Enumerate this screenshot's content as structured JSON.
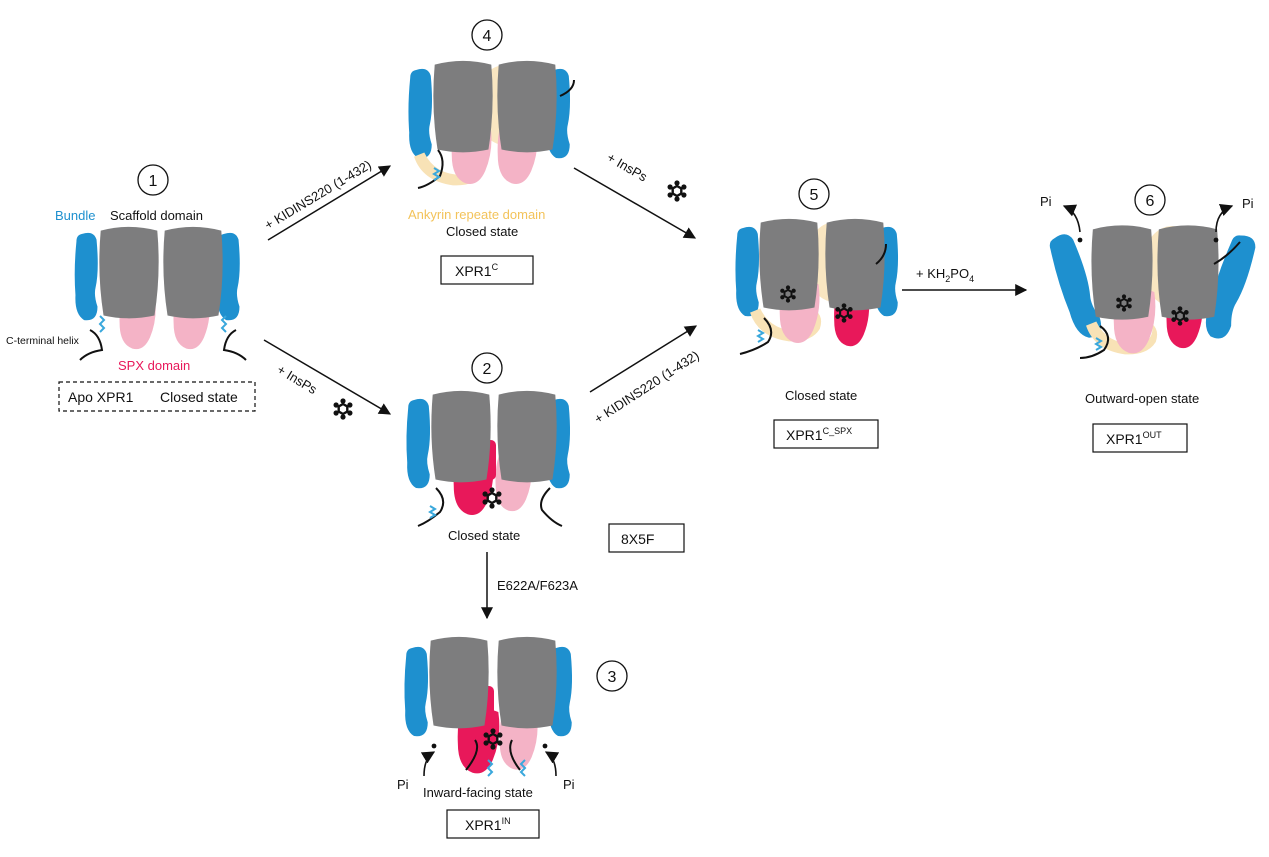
{
  "colors": {
    "bundle": "#1e90cf",
    "scaffold": "#7d7d7e",
    "spx_light": "#f4b3c6",
    "spx_dark": "#e8185a",
    "ankyrin": "#f8e2b6",
    "helix": "#3aa8dc"
  },
  "icons": [
    "inositol-phosphate-icon"
  ],
  "states": {
    "s1": {
      "number": "1",
      "label_bundle": "Bundle",
      "label_scaffold": "Scaffold domain",
      "label_helix": "C-terminal helix",
      "label_spx": "SPX domain",
      "box_left": "Apo XPR1",
      "box_right": "Closed state"
    },
    "s2": {
      "number": "2",
      "state": "Closed state",
      "box": "8X5F"
    },
    "s3": {
      "number": "3",
      "state": "Inward-facing state",
      "box_main": "XPR1",
      "box_sup": "IN",
      "pi_left": "Pi",
      "pi_right": "Pi"
    },
    "s4": {
      "number": "4",
      "label_ankyrin": "Ankyrin repeate domain",
      "state": "Closed state",
      "box_main": "XPR1",
      "box_sup": "C"
    },
    "s5": {
      "number": "5",
      "state": "Closed state",
      "box_main": "XPR1",
      "box_sup": "C_SPX"
    },
    "s6": {
      "number": "6",
      "state": "Outward-open state",
      "box_main": "XPR1",
      "box_sup": "OUT",
      "pi_left": "Pi",
      "pi_right": "Pi"
    }
  },
  "transitions": {
    "t1_4": "+ KIDINS220 (1-432)",
    "t1_2": "+ InsPs",
    "t4_5": "+ InsPs",
    "t2_5": "+ KIDINS220 (1-432)",
    "t5_6_prefix": "+ KH",
    "t5_6_sub1": "2",
    "t5_6_mid": "PO",
    "t5_6_sub2": "4",
    "t2_3": "E622A/F623A"
  }
}
